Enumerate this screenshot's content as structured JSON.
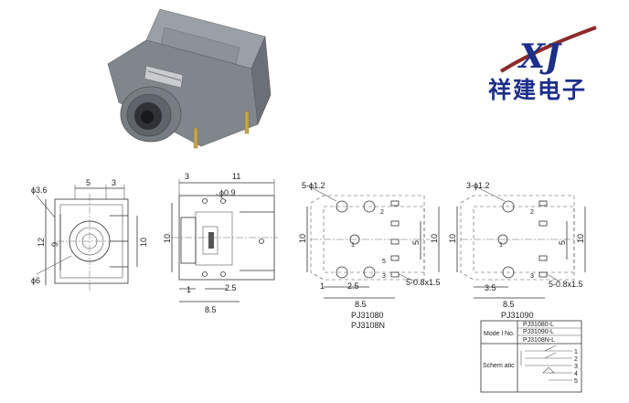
{
  "logo": {
    "letters": "XJ",
    "brand": "祥建电子"
  },
  "views": {
    "front": {
      "dims": [
        "ϕ3.6",
        "5",
        "3",
        "12",
        "9",
        "10",
        "ϕ6"
      ]
    },
    "side": {
      "dims": [
        "3",
        "11",
        "ϕ0.9",
        "10",
        "1",
        "2.5",
        "8.5"
      ]
    },
    "bottom1": {
      "dims": [
        "5-ϕ1.2",
        "10",
        "5",
        "10",
        "1",
        "2.5",
        "8.5",
        "5-0.8x1.5"
      ],
      "pins": [
        "2",
        "1",
        "5",
        "3"
      ],
      "models": [
        "PJ31080",
        "PJ3108N"
      ]
    },
    "bottom2": {
      "dims": [
        "3-ϕ1.2",
        "10",
        "5",
        "10",
        "3.5",
        "8.5",
        "5-0.8x1.5"
      ],
      "pins": [
        "2",
        "1",
        "3"
      ],
      "models": [
        "PJ31090"
      ]
    }
  },
  "table": {
    "mode_label": "Mode l No.",
    "models": [
      "PJ31080-L",
      "PJ31090-L",
      "PJ3108N-L"
    ],
    "schematic_label": "Schem atic",
    "pins": [
      "1",
      "2",
      "3",
      "4",
      "5"
    ]
  },
  "colors": {
    "brand": "#1d2f8c",
    "swoosh": "#8c2a2a",
    "body": "#7d8389"
  }
}
